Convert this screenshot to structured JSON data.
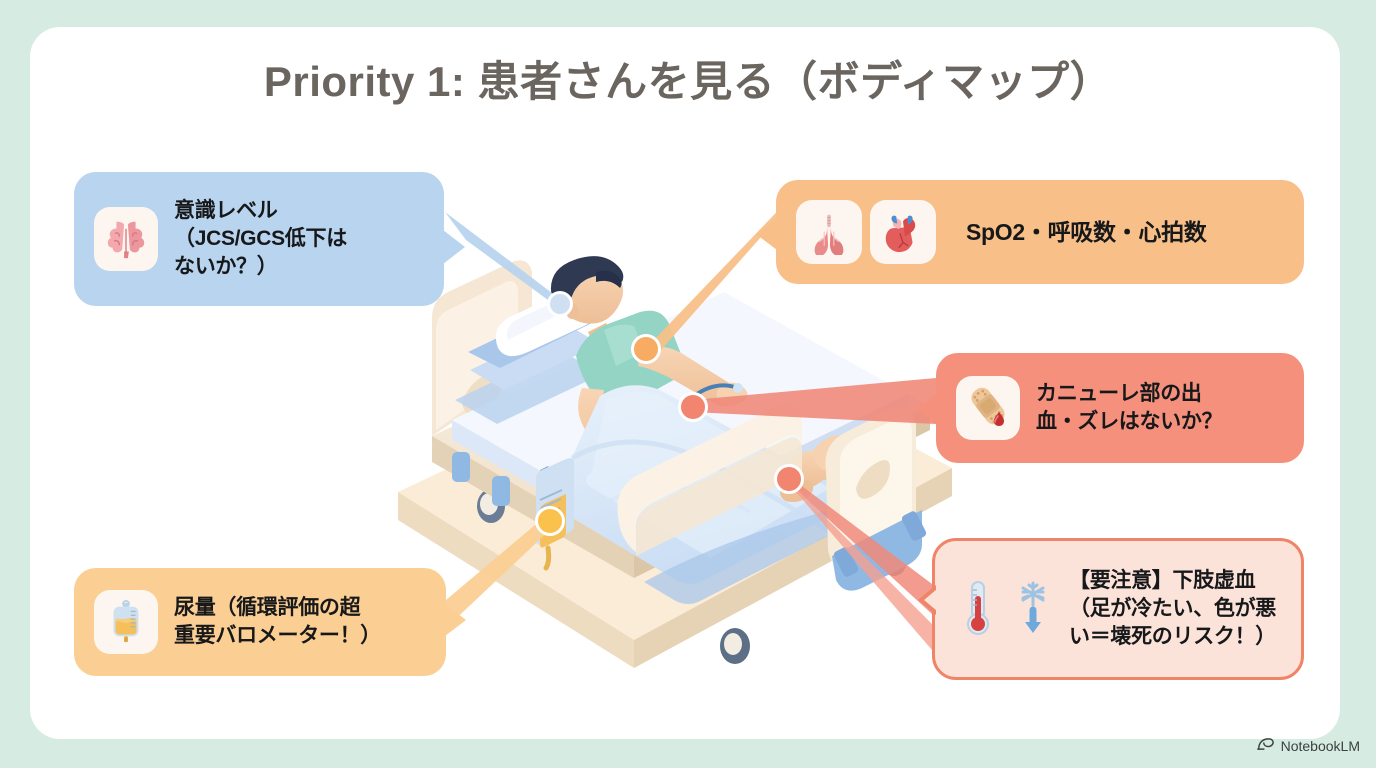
{
  "page": {
    "title": "Priority 1: 患者さんを見る（ボディマップ）",
    "background_color": "#d6ece2",
    "card_color": "#ffffff",
    "title_color": "#6b6560"
  },
  "callouts": [
    {
      "id": "consciousness",
      "name": "意識レベル",
      "text": "意識レベル\n（JCS/GCS低下は\nないか？）",
      "bg_color": "#b8d4ee",
      "icons": [
        "brain-icon"
      ],
      "dot_color": "#b8d4ee"
    },
    {
      "id": "vitals",
      "name": "バイタル",
      "text": "SpO2・呼吸数・心拍数",
      "bg_color": "#f8c088",
      "icons": [
        "lungs-icon",
        "heart-icon"
      ],
      "dot_color": "#f7a96a"
    },
    {
      "id": "cannula",
      "name": "カニューレ",
      "text": "カニューレ部の出\n血・ズレはないか？",
      "bg_color": "#f4907c",
      "icons": [
        "bandage-icon",
        "blood-drop-icon"
      ],
      "dot_color": "#f4907c"
    },
    {
      "id": "urine",
      "name": "尿量",
      "text": "尿量（循環評価の超\n重要バロメーター！）",
      "bg_color": "#fbcf94",
      "icons": [
        "urine-bag-icon"
      ],
      "dot_color": "#fbc550"
    },
    {
      "id": "ischemia",
      "name": "下肢虚血",
      "text": "【要注意】下肢虚血\n（足が冷たい、色が悪\nい＝壊死のリスク！）",
      "bg_color": "#fce3da",
      "border_color": "#ef8468",
      "icons": [
        "thermometer-icon",
        "snowflake-icon",
        "down-arrow-icon"
      ],
      "dot_color": "#f4907c"
    }
  ],
  "illustration": {
    "name": "hospital-bed-patient-isometric",
    "description": "ベッドに横たわる患者（等角投影イラスト）"
  },
  "watermark": {
    "label": "NotebookLM"
  }
}
